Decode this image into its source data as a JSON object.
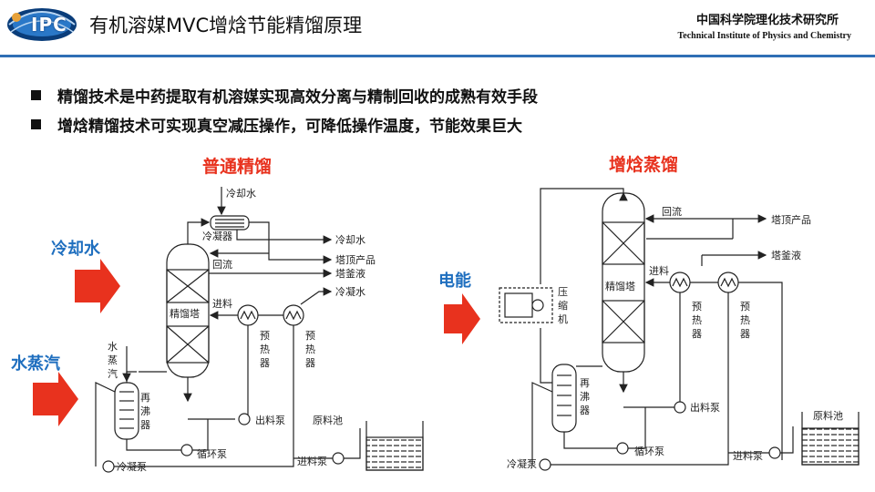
{
  "header": {
    "logo_text": "IPC",
    "title": "有机溶媒MVC增焓节能精馏原理",
    "org_cn": "中国科学院理化技术研究所",
    "org_en": "Technical Institute of Physics and Chemistry"
  },
  "bullets": [
    "精馏技术是中药提取有机溶媒实现高效分离与精制回收的成熟有效手段",
    "增焓精馏技术可实现真空减压操作，可降低操作温度，节能效果巨大"
  ],
  "left": {
    "title": "普通精馏",
    "input_cooling": "冷却水",
    "input_steam": "水蒸汽",
    "labels": {
      "cooling_in": "冷却水",
      "condenser": "冷凝器",
      "cooling_out": "冷却水",
      "top_product": "塔顶产品",
      "bottom_liquid": "塔釜液",
      "condensate": "冷凝水",
      "reflux": "回流",
      "feed": "进料",
      "column": "精馏塔",
      "preheater": "预热器",
      "steam": "水蒸汽",
      "reboiler": "再沸器",
      "discharge_pump": "出料泵",
      "circ_pump": "循环泵",
      "feed_pump": "进料泵",
      "cond_pump": "冷凝泵",
      "tank": "原料池"
    }
  },
  "right": {
    "title": "增焓蒸馏",
    "input_power": "电能",
    "labels": {
      "reflux": "回流",
      "top_product": "塔顶产品",
      "bottom_liquid": "塔釜液",
      "feed": "进料",
      "column": "精馏塔",
      "compressor": "压缩机",
      "preheater": "预热器",
      "reboiler": "再沸器",
      "discharge_pump": "出料泵",
      "circ_pump": "循环泵",
      "feed_pump": "进料泵",
      "cond_pump": "冷凝泵",
      "tank": "原料池"
    }
  },
  "colors": {
    "accent_red": "#e8321e",
    "accent_blue": "#1f6fbf",
    "rule_blue": "#2f6fb5"
  }
}
